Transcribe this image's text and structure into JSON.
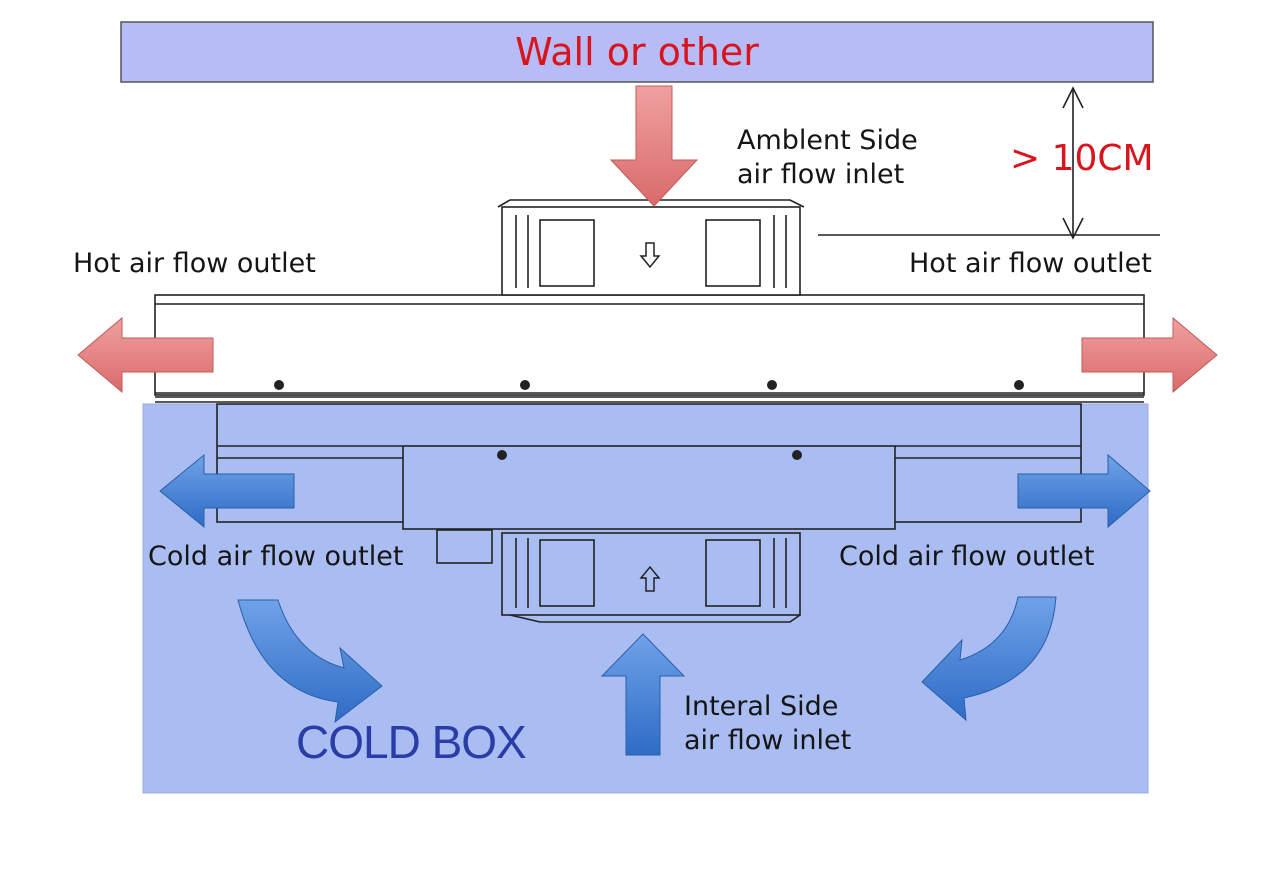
{
  "labels": {
    "wall": "Wall or other",
    "distance": "> 10CM",
    "ambient_inlet": [
      "Amblent Side",
      "air flow inlet"
    ],
    "hot_outlet_left": "Hot air flow outlet",
    "hot_outlet_right": "Hot air flow outlet",
    "cold_outlet_left": "Cold air flow outlet",
    "cold_outlet_right": "Cold air flow outlet",
    "internal_inlet": [
      "Interal Side",
      "air flow inlet"
    ],
    "cold_box": "COLD BOX"
  },
  "colors": {
    "wall_fill": "#b8bcf6",
    "cold_box_fill": "#aabdf2",
    "hot_arrow": "#e98686",
    "cold_arrow": "#4a86da",
    "warning_text": "#d8141c",
    "cold_box_text": "#2a3da6"
  },
  "icons": {
    "hot_flow": "hot-air-arrow-icon",
    "cold_flow": "cold-air-arrow-icon",
    "fan_direction": "small-direction-arrow-icon"
  }
}
